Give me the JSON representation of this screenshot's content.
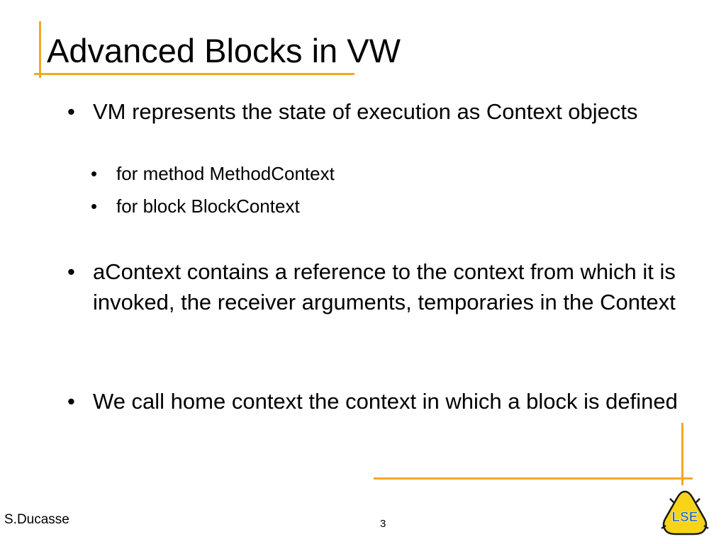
{
  "slide": {
    "title": "Advanced Blocks in VW",
    "bullets": [
      {
        "text": "VM represents the state of execution as Context objects",
        "subbullets": [
          "for method MethodContext",
          "for block BlockContext"
        ]
      },
      {
        "text": "aContext contains a reference to the context from which it is invoked, the receiver arguments, temporaries in the Context"
      },
      {
        "text": "We call home context the context in which a block is defined"
      }
    ],
    "bullet_symbol": "•"
  },
  "footer": {
    "author": "S.Ducasse",
    "page_number": "3",
    "logo_text": "LSE",
    "logo_icon": "lse-logo-icon"
  },
  "colors": {
    "accent": "#f5a623",
    "logo_fill": "#f7d417",
    "logo_text": "#1f5fa8"
  }
}
